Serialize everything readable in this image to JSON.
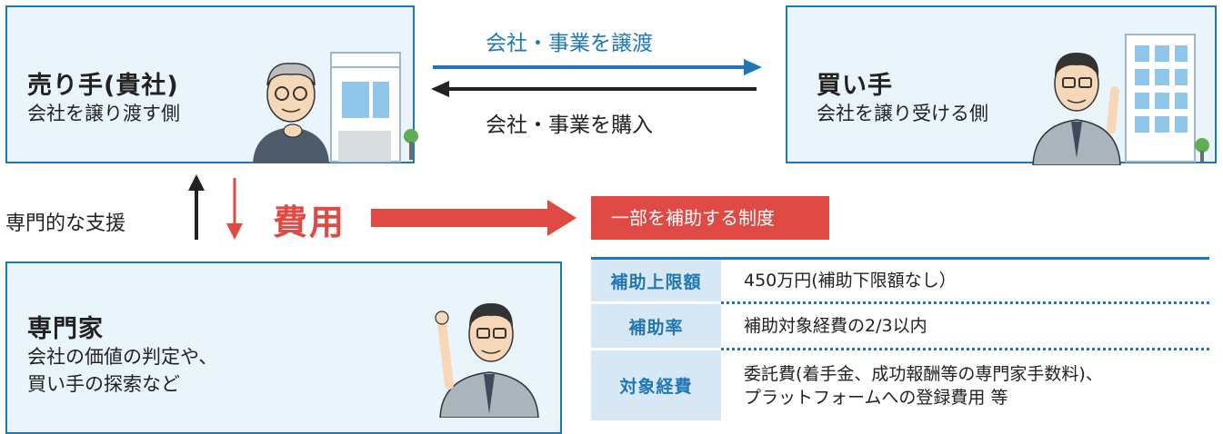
{
  "seller": {
    "title": "売り手(貴社)",
    "description": "会社を譲り渡す側"
  },
  "buyer": {
    "title": "買い手",
    "description": "会社を譲り受ける側"
  },
  "expert": {
    "title": "専門家",
    "description_line1": "会社の価値の判定や、",
    "description_line2": "買い手の探索など"
  },
  "flows": {
    "transfer": "会社・事業を譲渡",
    "purchase": "会社・事業を購入",
    "support": "専門的な支援",
    "fee": "費用"
  },
  "subsidy": {
    "badge": "一部を補助する制度",
    "rows": [
      {
        "label": "補助上限額",
        "value": "450万円(補助下限額なし）"
      },
      {
        "label": "補助率",
        "value": "補助対象経費の2/3以内"
      },
      {
        "label": "対象経費",
        "value_line1": "委託費(着手金、成功報酬等の専門家手数料)、",
        "value_line2": "プラットフォームへの登録費用 等"
      }
    ]
  },
  "colors": {
    "accent_blue": "#1f78b4",
    "accent_red": "#e04a44",
    "box_fill": "#eaf4fb",
    "table_head_fill": "#d8e7f4"
  }
}
